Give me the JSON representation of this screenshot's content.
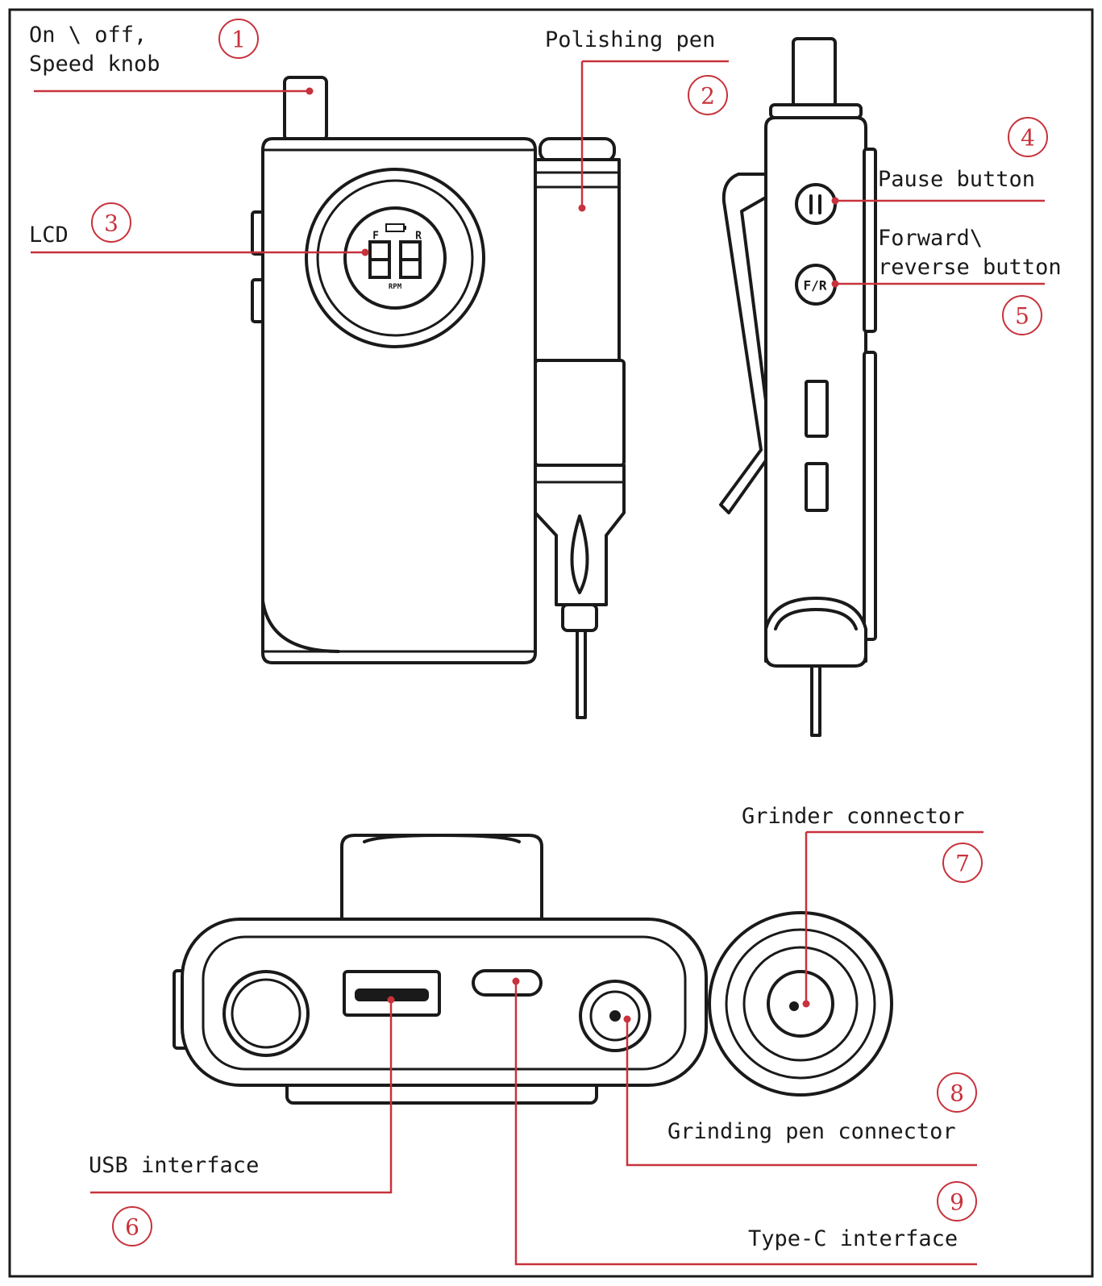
{
  "callouts": [
    {
      "number": "1",
      "label_lines": [
        "On \\  off,",
        "Speed knob"
      ]
    },
    {
      "number": "2",
      "label_lines": [
        "Polishing pen"
      ]
    },
    {
      "number": "3",
      "label_lines": [
        "LCD"
      ]
    },
    {
      "number": "4",
      "label_lines": [
        "Pause button"
      ]
    },
    {
      "number": "5",
      "label_lines": [
        "Forward\\",
        "reverse button"
      ]
    },
    {
      "number": "6",
      "label_lines": [
        "USB interface"
      ]
    },
    {
      "number": "7",
      "label_lines": [
        "Grinder connector"
      ]
    },
    {
      "number": "8",
      "label_lines": [
        "Grinding pen connector"
      ]
    },
    {
      "number": "9",
      "label_lines": [
        "Type-C interface"
      ]
    }
  ],
  "device_markings": {
    "display_forward": "F",
    "display_reverse": "R",
    "display_unit": "RPM",
    "direction_button": "F/R"
  },
  "colors": {
    "callout": "#c8323c",
    "outline": "#1a1a1a",
    "background": "#ffffff"
  }
}
